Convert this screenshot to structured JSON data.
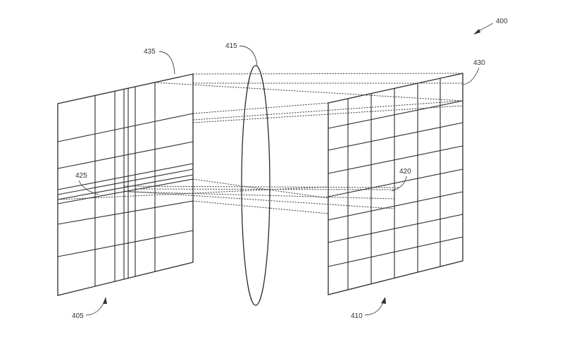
{
  "labels": {
    "figure": "400",
    "left_grid": "405",
    "right_grid": "410",
    "lens": "415",
    "right_pixel": "420",
    "left_pixel": "425",
    "right_grid_corner": "430",
    "left_grid_corner": "435"
  },
  "colors": {
    "line": "#2b2b2b",
    "dashed": "#444444",
    "background": "#ffffff"
  }
}
